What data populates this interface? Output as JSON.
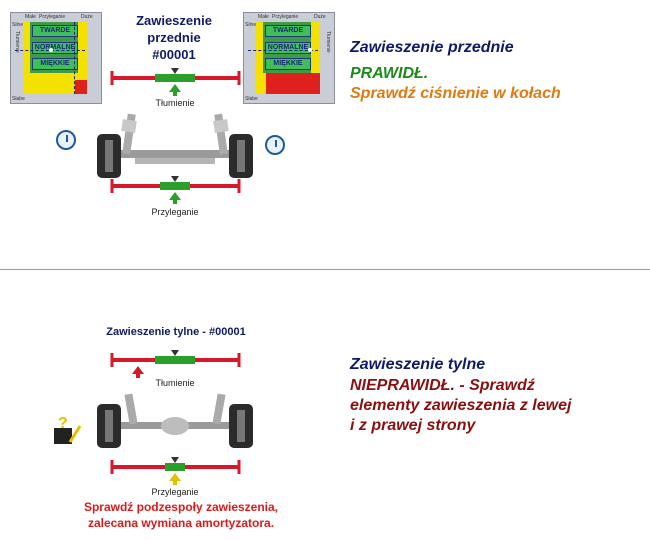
{
  "front": {
    "title_line1": "Zawieszenie przednie",
    "title_line2": "#00001",
    "graph_header": {
      "left": "Małe",
      "mid": "Przyleganie",
      "right": "Duże"
    },
    "graph_side_top": "Silne",
    "graph_side_word": "Tłumienie",
    "graph_side_bottom": "Słabe",
    "bands": {
      "hard": "TWARDE",
      "normal": "NORMALNE",
      "soft": "MIĘKKIE"
    },
    "bar_top_label": "Tłumienie",
    "bar_bottom_label": "Przyleganie",
    "status_heading": "Zawieszenie przednie",
    "status_result": "PRAWIDŁ.",
    "status_advice": "Sprawdź ciśnienie w kołach"
  },
  "rear": {
    "title": "Zawieszenie tylne - #00001",
    "bar_top_label": "Tłumienie",
    "bar_bottom_label": "Przyleganie",
    "status_heading": "Zawieszenie tylne",
    "status_lines": [
      "NIEPRAWIDŁ. - Sprawdź",
      "elementy zawieszenia z lewej",
      "i z prawej strony"
    ],
    "warning_line1": "Sprawdź podzespoły zawieszenia,",
    "warning_line2": "zalecana wymiana amortyzatora."
  },
  "colors": {
    "navy": "#111a66",
    "ok_green": "#1a8a1a",
    "advice_orange": "#e07a10",
    "bad_red": "#8a1010",
    "warning_red": "#dd1a1a",
    "graph_green": "#3f9b47",
    "graph_yellow": "#f5e100",
    "graph_red": "#e0201c",
    "axle_red": "#d7182a",
    "indicator_green": "#2aa02a"
  }
}
